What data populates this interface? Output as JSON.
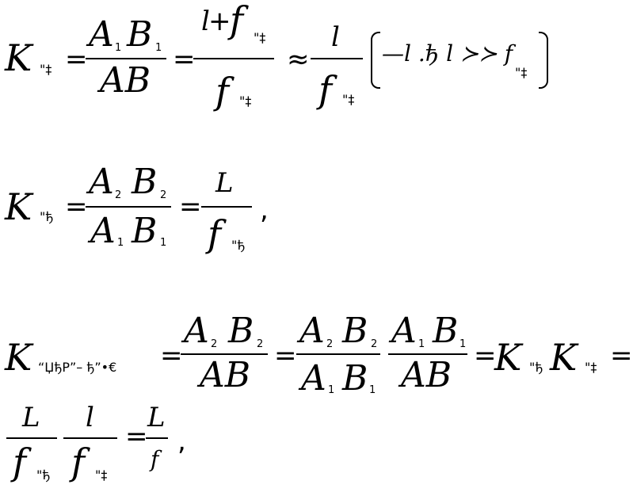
{
  "sym": {
    "K": "K",
    "A": "A",
    "B": "B",
    "AB": "AB",
    "l": "l",
    "L": "L",
    "f": "f",
    "plus": "+",
    "eq": "=",
    "approx": "≈",
    "comma": ","
  },
  "subs": {
    "ob": "\"‡",
    "ok": "\"ђ",
    "one": "1",
    "two": "2",
    "system": "“ЏђР”– ђ”•€"
  },
  "eq1": {
    "paren_content": "—l .ђ l ≻≻ f"
  }
}
